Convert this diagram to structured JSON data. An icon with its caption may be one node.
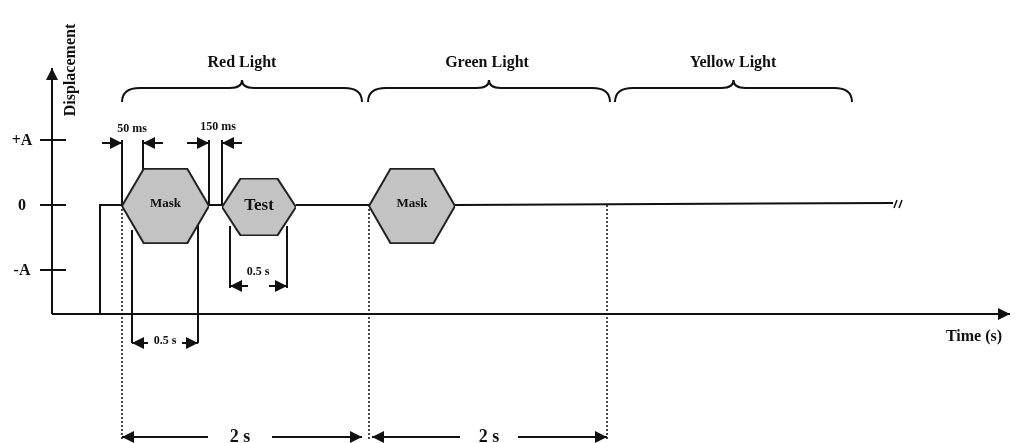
{
  "diagram": {
    "nodes": [
      {
        "text": [
          "Mask"
        ]
      },
      {
        "text": [
          "Test"
        ]
      },
      {
        "text": [
          "Mask"
        ]
      }
    ],
    "labels": [
      "Displacement",
      "Red Light",
      "Green Light",
      "Yellow Light",
      "+A",
      "50 ms",
      "150 ms",
      "0",
      "-A",
      "0.5 s",
      "Time (s)",
      "0.5 s",
      "2 s",
      "2 s"
    ]
  }
}
